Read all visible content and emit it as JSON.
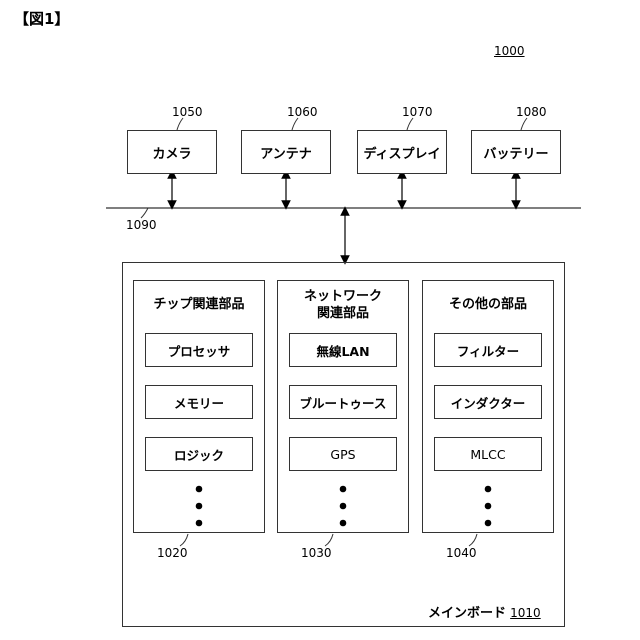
{
  "figure_label": "【図1】",
  "system_ref": "1000",
  "bus_ref": "1090",
  "peripherals": [
    {
      "ref": "1050",
      "label": "カメラ"
    },
    {
      "ref": "1060",
      "label": "アンテナ"
    },
    {
      "ref": "1070",
      "label": "ディスプレイ"
    },
    {
      "ref": "1080",
      "label": "バッテリー"
    }
  ],
  "mainboard": {
    "label": "メインボード",
    "ref": "1010"
  },
  "groups": [
    {
      "title": "チップ関連部品",
      "ref": "1020",
      "items": [
        "プロセッサ",
        "メモリー",
        "ロジック"
      ]
    },
    {
      "title_line1": "ネットワーク",
      "title_line2": "関連部品",
      "ref": "1030",
      "items": [
        "無線LAN",
        "ブルートゥース",
        "GPS"
      ]
    },
    {
      "title": "その他の部品",
      "ref": "1040",
      "items": [
        "フィルター",
        "インダクター",
        "MLCC"
      ]
    }
  ]
}
